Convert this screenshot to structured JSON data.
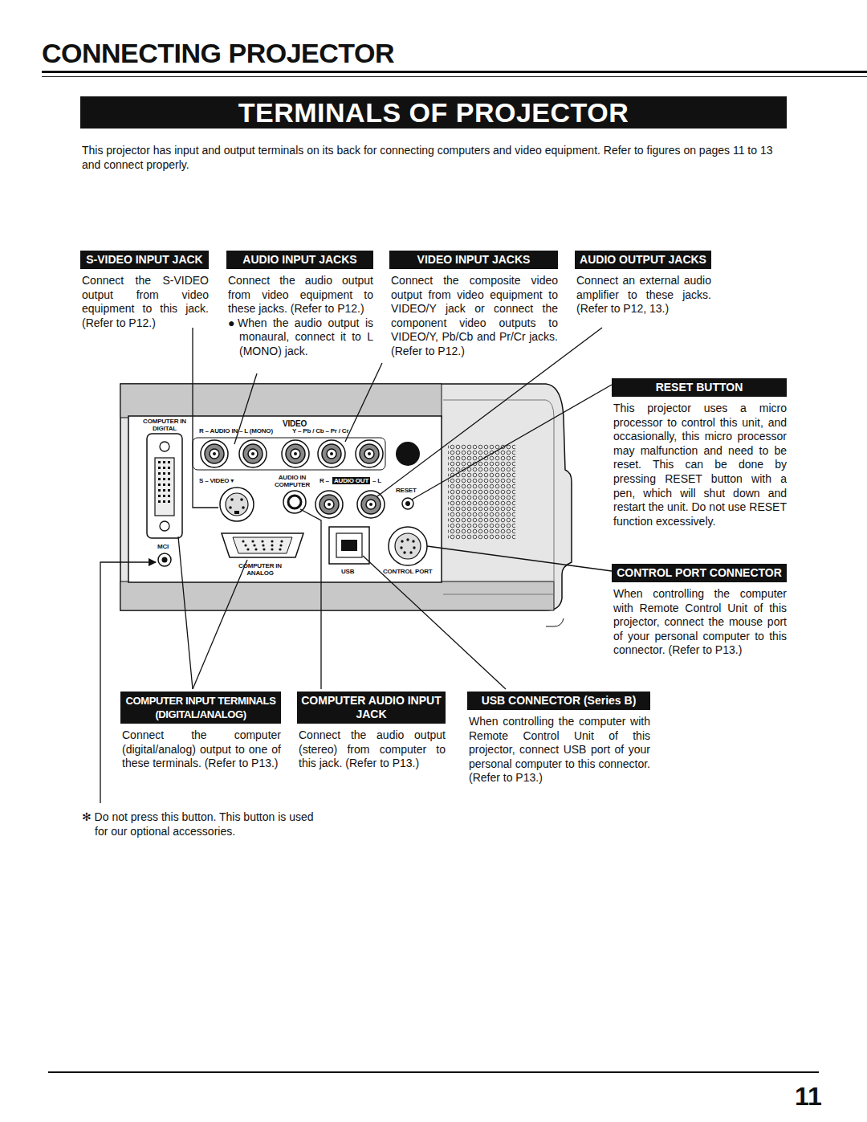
{
  "diagram": {
    "title": "CONNECTING PROJECTOR",
    "nodes": [
      {
        "text": [
          "TERMINALS OF PROJECTOR"
        ]
      },
      {
        "text": [
          "S-VIDEO INPUT JACK",
          "Connect the S-VIDEO output from video equipment to this jack. (Refer to P12.)"
        ]
      },
      {
        "text": [
          "AUDIO INPUT JACKS",
          "Connect the audio output from video equipment to these jacks. (Refer to P12.)",
          "●When the audio output is monaural, connect it to L (MONO) jack."
        ]
      },
      {
        "text": [
          "VIDEO INPUT JACKS",
          "Connect the composite video output from video equipment to VIDEO/Y jack or connect the component video outputs to VIDEO/Y, Pb/Cb and Pr/Cr jacks. (Refer to P12.)"
        ]
      },
      {
        "text": [
          "AUDIO OUTPUT JACKS",
          "Connect an external audio amplifier to these jacks. (Refer to P12, 13.)"
        ]
      },
      {
        "text": [
          "RESET BUTTON",
          "This projector uses a micro processor to control this unit, and occasionally, this micro processor may malfunction and need to be reset. This can be done by pressing RESET button with a pen, which will shut down and restart the unit. Do not use RESET function excessively."
        ]
      },
      {
        "text": [
          "CONTROL PORT CONNECTOR",
          "When controlling the computer with Remote Control Unit of this projector, connect the mouse port of your personal computer to this connector. (Refer to P13.)"
        ]
      },
      {
        "text": [
          "COMPUTER INPUT TERMINALS (DIGITAL/ANALOG)",
          "Connect the computer (digital/analog) output to one of these terminals. (Refer to P13.)"
        ]
      },
      {
        "text": [
          "COMPUTER AUDIO INPUT JACK",
          "Connect the audio output (stereo) from computer to this jack. (Refer to P13.)"
        ]
      },
      {
        "text": [
          "USB CONNECTOR (Series B)",
          "When controlling the computer with Remote Control Unit of this projector, connect USB port of your personal computer to this connector. (Refer to P13.)"
        ]
      }
    ],
    "labels": [
      "This projector has input and output terminals on its back for connecting computers and video equipment. Refer to figures on pages 11 to 13 and connect properly.",
      "COMPUTER IN DIGITAL",
      "R – AUDIO IN – L (MONO)",
      "VIDEO",
      "Y – Pb / Cb – Pr / Cr",
      "S – VIDEO ▾",
      "AUDIO IN COMPUTER",
      "R –",
      "AUDIO OUT",
      "– L",
      "RESET",
      "MCI",
      "COMPUTER IN ANALOG",
      "USB",
      "CONTROL PORT",
      "✻ Do not press this button. This button is used for our optional accessories.",
      "11"
    ]
  }
}
